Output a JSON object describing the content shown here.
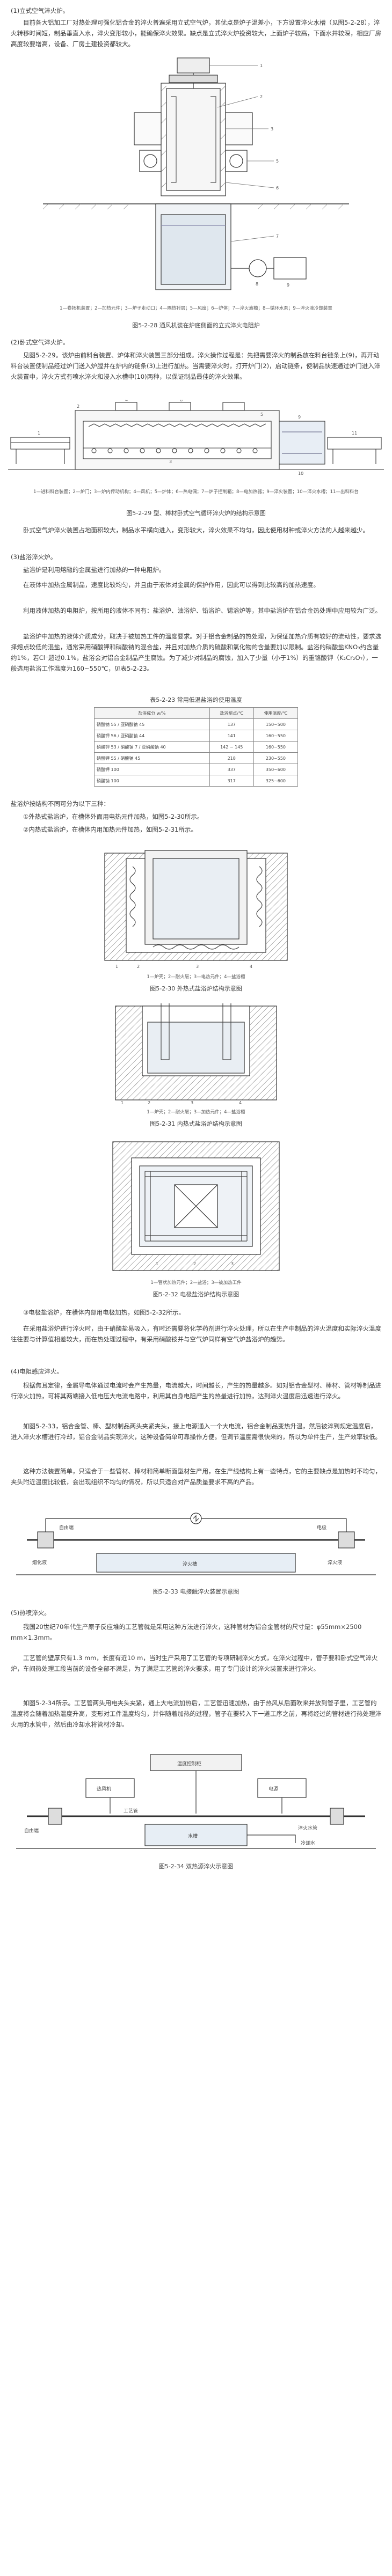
{
  "sections": {
    "s1_heading": "(1)立式空气淬火炉。",
    "s1_p1": "目前各大铝加工厂对热处理可强化铝合金的淬火普遍采用立式空气炉，其优点是炉子温差小，下方设置淬火水槽（见图5-2-28），淬火转移时间短，制品垂直入水，淬火变形较小，能确保淬火效果。缺点是立式淬火炉投资较大，上面炉子较高，下面水井较深，相应厂房高度较要增高，设备、厂房土建投资都较大。",
    "fig28_legend": "1—卷扬机装置；2—加热元件；3—炉子走动口；4—隔热衬层；5—风扇；6—炉体；7—淬火液槽；8—循环水泵；9—淬火液冷却装置",
    "fig28_caption": "图5-2-28 通风机装在炉底侧面的立式淬火电阻炉",
    "s2_heading": "(2)卧式空气淬火炉。",
    "s2_p1": "见图5-2-29。该炉由前料台装置、炉体和淬火装置三部分组成。淬火操作过程是：先把需要淬火的制品放在料台链条上(9)，再开动料台装置使制品经过炉门送入炉膛并在炉内的链条(3)上进行加热。当需要淬火时，打开炉门(2)，启动链条，使制品快速通过炉门进入淬火装置中，淬火方式有喷水淬火和浸入水槽中(10)两种，以保证制品最佳的淬火效果。",
    "fig29_legend": "1—进料料台装置；2—炉门；3—炉内传动机构；4—风机；5—炉体；6—热电偶；7—炉子控制箱；8—电加热器；9—淬火装置；10—淬火水槽；11—出料料台",
    "fig29_caption": "图5-2-29 型、棒材卧式空气循环淬火炉的结构示意图",
    "s2_p2": "卧式空气炉淬火装置占地面积较大，制品水平横向进入，变形较大，淬火效果不均匀，因此使用材种或淬火方法的人越来越少。",
    "s3_heading": "(3)盐浴淬火炉。",
    "s3_p1": "盐浴炉是利用熔融的金属盐进行加热的一种电阻炉。",
    "s3_p2": "在液体中加热金属制品，速度比较均匀，并且由于液体对金属的保护作用，因此可以得到比较高的加热速度。",
    "s3_p3": "利用液体加热的电阻炉，按所用的液体不同有：盐浴炉、油浴炉、铅浴炉、锡浴炉等，其中盐浴炉在铝合金热处理中应用较为广泛。",
    "s3_p4": "盐浴炉中加热的液体介质成分，取决于被加热工件的温度要求。对于铝合金制品的热处理，为保证加热介质有较好的流动性，要求选择熔点较低的混盐，通常采用硝酸钾和硝酸钠的混合盐，并且对加热介质的硫酸和氯化物的含量要加以限制。盐浴的硝酸盐KNO₃约含量约1%，若Cl⁻超过0.1%，盐浴会对铝合金制品产生腐蚀。为了减少对制品的腐蚀，加入了少量（小于1%）的重铬酸钾（K₂Cr₂O₇），一般选用盐浴工作温度为160~550℃，见表5-2-23。",
    "table_caption": "表5-2-23 常用低温盐浴的使用温度",
    "s4_heading": "盐浴炉按结构不同可分为以下三种：",
    "s4_i1": "①外热式盐浴炉，在槽体外面用电热元件加热，如图5-2-30所示。",
    "s4_i2": "②内热式盐浴炉，在槽体内用加热元件加热，如图5-2-31所示。",
    "fig30_legend": "1—炉壳；2—耐火层；3—电热元件；4—盐浴槽",
    "fig30_caption": "图5-2-30 外热式盐浴炉结构示意图",
    "fig31_legend": "1—炉壳；2—耐火层；3—加热元件；4—盐浴槽",
    "fig31_caption": "图5-2-31 内热式盐浴炉结构示意图",
    "fig32_legend": "1—管状加热元件；2—盐浴；3—被加热工件",
    "fig32_caption": "图5-2-32 电极盐浴炉结构示意图",
    "s4_i3": "③电极盐浴炉，在槽体内部用电极加热，如图5-2-32所示。",
    "s4_p1": "在采用盐浴炉进行淬火时，由于硝酸盐易吸入，有时还需要将化学药剂进行淬火处理，所以在生产中制品的淬火温度和实际淬火温度往往要与计算值相差较大，而在热处理过程中，有采用硝酸铵并与空气炉同样有空气炉盐浴炉的趋势。",
    "s5_heading": "(4)电阻感应淬火。",
    "s5_p1": "根据焦耳定律，金属导电体通过电流时会产生热量，电流越大，时间越长，产生的热量越多。如对铝合金型材、棒材、管材等制品进行淬火加热，可将其两端接入低电压大电流电路中，利用其自身电阻产生的热量进行加热，达到淬火温度后迅速进行淬火。",
    "s5_p2": "如图5-2-33，铝合金管、棒、型材制品两头夹紧夹头，接上电源通入一个大电流，铝合金制品变热升温，然后被淬到规定温度后，进入淬火水槽进行冷却，铝合金制品实现淬火，这种设备简单可靠操作方便。但调节温度需很快来的，所以为单件生产，生产效率较低。",
    "s5_p3": "这种方法装置简单，只适合于一些管材、棒材和简单断面型材生产用，在生产线结构上有一些特点，它的主要缺点是加热时不均匀，夹头附近温度比较低，会出现组织不均匀的情况，所以只适合对产品质量要求不高的产品。",
    "fig33_caption": "图5-2-33 电接触淬火装置示意图",
    "s6_heading": "(5)热喷淬火。",
    "s6_p1": "我国20世纪70年代生产原子反应堆的工艺管就是采用这种方法进行淬火，这种管材为铝合金管材的尺寸是：φ55mm×2500 mm×1.3mm。",
    "s6_p2": "工艺管的壁厚只有1.3 mm，长度有近10 m，当时生产采用了工艺管的专项研制淬火方式，在淬火过程中，管子要和卧式空气淬火炉，车间热处理工段当前的设备全部不满足，为了满足工艺管的淬火要求，用了专门设计的淬火装置来进行淬火。",
    "s6_p3": "如图5-2-34所示。工艺管两头用电夹头夹紧，通上大电流加热后，工艺管迅速加热，由于热风从后面吹来并放到管子里，工艺管的温度将会随着加热温度升高，变形对工件温度均匀，并伴随着加热的过程，管子在要转入下一道工序之前，再将经过的管材进行热处理淬火用的水管中，然后由冷却水将管材冷却。",
    "fig34_caption": "图5-2-34 双热源淬火示意图"
  },
  "table": {
    "headers": [
      "盐浴成分 w/%",
      "盐浴熔点/℃",
      "使用温度/℃"
    ],
    "rows": [
      [
        "硝酸钠 55 / 亚硝酸钠 45",
        "137",
        "150~500"
      ],
      [
        "硝酸钾 56 / 亚硝酸钠 44",
        "141",
        "160~550"
      ],
      [
        "硝酸钾 53 / 硝酸钠 7 / 亚硝酸钠 40",
        "142 ~ 145",
        "160~550"
      ],
      [
        "硝酸钾 55 / 硝酸钠 45",
        "218",
        "230~550"
      ],
      [
        "硝酸钾 100",
        "337",
        "350~600"
      ],
      [
        "硝酸钠 100",
        "317",
        "325~600"
      ]
    ]
  },
  "fig_labels": {
    "f33_left": "熔化液",
    "f33_right": "淬火液",
    "f33_a": "自由端",
    "f33_b": "电极",
    "f33_c": "淬火槽",
    "f34_a": "温度控制柜",
    "f34_b": "热风机",
    "f34_c": "电源",
    "f34_d": "水槽",
    "f34_e": "工艺管",
    "f34_f": "淬火水管",
    "f34_g": "冷却水",
    "f34_h": "自由端"
  },
  "colors": {
    "text": "#3a3a3a",
    "line": "#333333",
    "hatch": "#666666",
    "watermark": "#99aabb"
  }
}
